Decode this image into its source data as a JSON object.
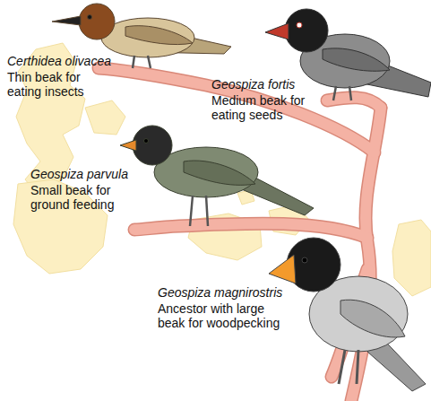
{
  "diagram": {
    "labels": [
      "Certhidea olivacea",
      "Thin beak for eating insects",
      "Geospiza fortis",
      "Medium beak for eating seeds",
      "Geospiza parvula",
      "Small beak for ground feeding",
      "Geospiza magnirostris",
      "Ancestor with large beak for woodpecking"
    ]
  }
}
